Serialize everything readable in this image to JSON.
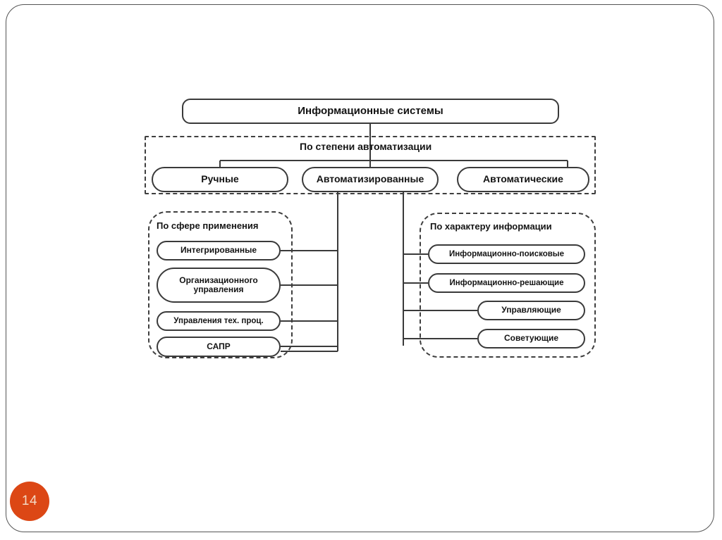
{
  "slide": {
    "page_number": "14",
    "badge_color": "#DC4715",
    "frame_color": "#555555"
  },
  "diagram": {
    "type": "hierarchy-classification",
    "root": {
      "label": "Информационные системы"
    },
    "groups": [
      {
        "id": "automation-degree",
        "title": "По степени автоматизации",
        "items": [
          {
            "label": "Ручные"
          },
          {
            "label": "Автоматизированные"
          },
          {
            "label": "Автоматические"
          }
        ]
      },
      {
        "id": "application-sphere",
        "title": "По сфере применения",
        "items": [
          {
            "label": "Интегрированные"
          },
          {
            "label": "Организационного управления"
          },
          {
            "label": "Управления тех. проц."
          },
          {
            "label": "САПР"
          }
        ]
      },
      {
        "id": "information-character",
        "title": "По характеру информации",
        "items": [
          {
            "label": "Информационно-поисковые"
          },
          {
            "label": "Информационно-решающие"
          },
          {
            "label": "Управляющие"
          },
          {
            "label": "Советующие"
          }
        ]
      }
    ]
  }
}
